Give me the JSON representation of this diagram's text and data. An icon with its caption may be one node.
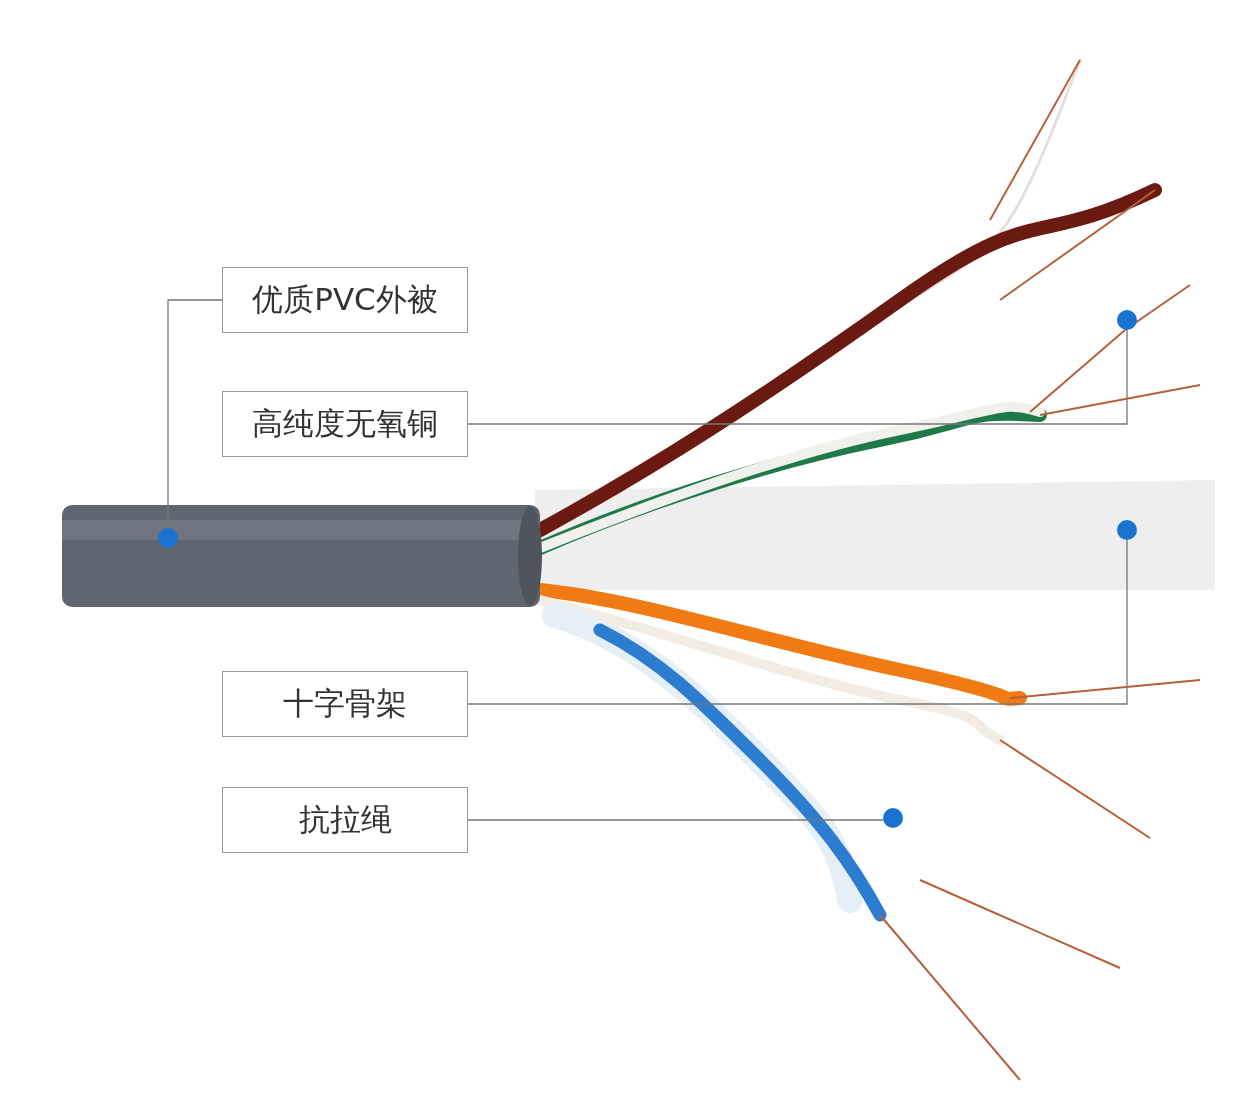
{
  "diagram": {
    "nodes": [
      {
        "text": [
          "优质PVC外被"
        ]
      },
      {
        "text": [
          "高纯度无氧铜"
        ]
      },
      {
        "text": [
          "十字骨架"
        ]
      },
      {
        "text": [
          "抗拉绳"
        ]
      },
      {
        "text": [],
        "shape": "circle"
      },
      {
        "text": [],
        "shape": "circle"
      },
      {
        "text": [],
        "shape": "circle"
      },
      {
        "text": [],
        "shape": "circle"
      }
    ],
    "edges": [
      {
        "from": 0,
        "to": 4,
        "arrow": "none"
      },
      {
        "from": 1,
        "to": 5,
        "arrow": "none"
      },
      {
        "from": 2,
        "to": 6,
        "arrow": "none"
      },
      {
        "from": 3,
        "to": 7,
        "arrow": "none"
      }
    ]
  }
}
